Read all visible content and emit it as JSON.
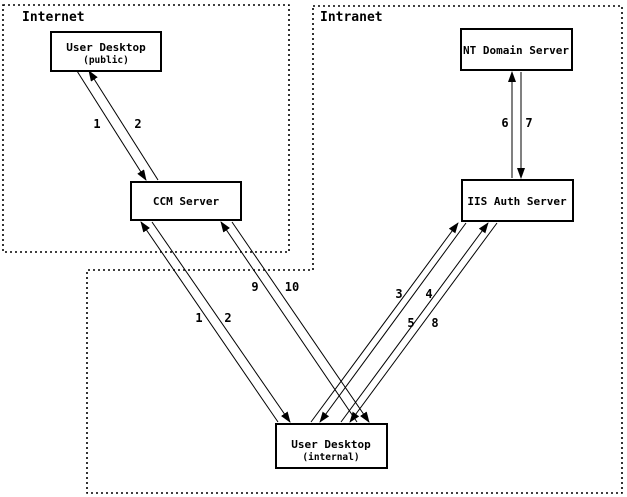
{
  "diagram": {
    "regions": {
      "internet": {
        "label": "Internet"
      },
      "intranet": {
        "label": "Intranet"
      }
    },
    "nodes": {
      "user_public": {
        "title": "User Desktop",
        "subtitle": "(public)"
      },
      "ccm": {
        "title": "CCM Server"
      },
      "nt_domain": {
        "title": "NT Domain Server"
      },
      "iis_auth": {
        "title": "IIS Auth Server"
      },
      "user_internal": {
        "title": "User Desktop",
        "subtitle": "(internal)"
      }
    },
    "flow": {
      "s1_top": "1",
      "s2_top": "2",
      "s6": "6",
      "s7": "7",
      "s1_mid": "1",
      "s2_mid": "2",
      "s9": "9",
      "s10": "10",
      "s3": "3",
      "s4": "4",
      "s5": "5",
      "s8": "8"
    },
    "colors": {
      "line": "#000000",
      "background": "#ffffff"
    }
  }
}
